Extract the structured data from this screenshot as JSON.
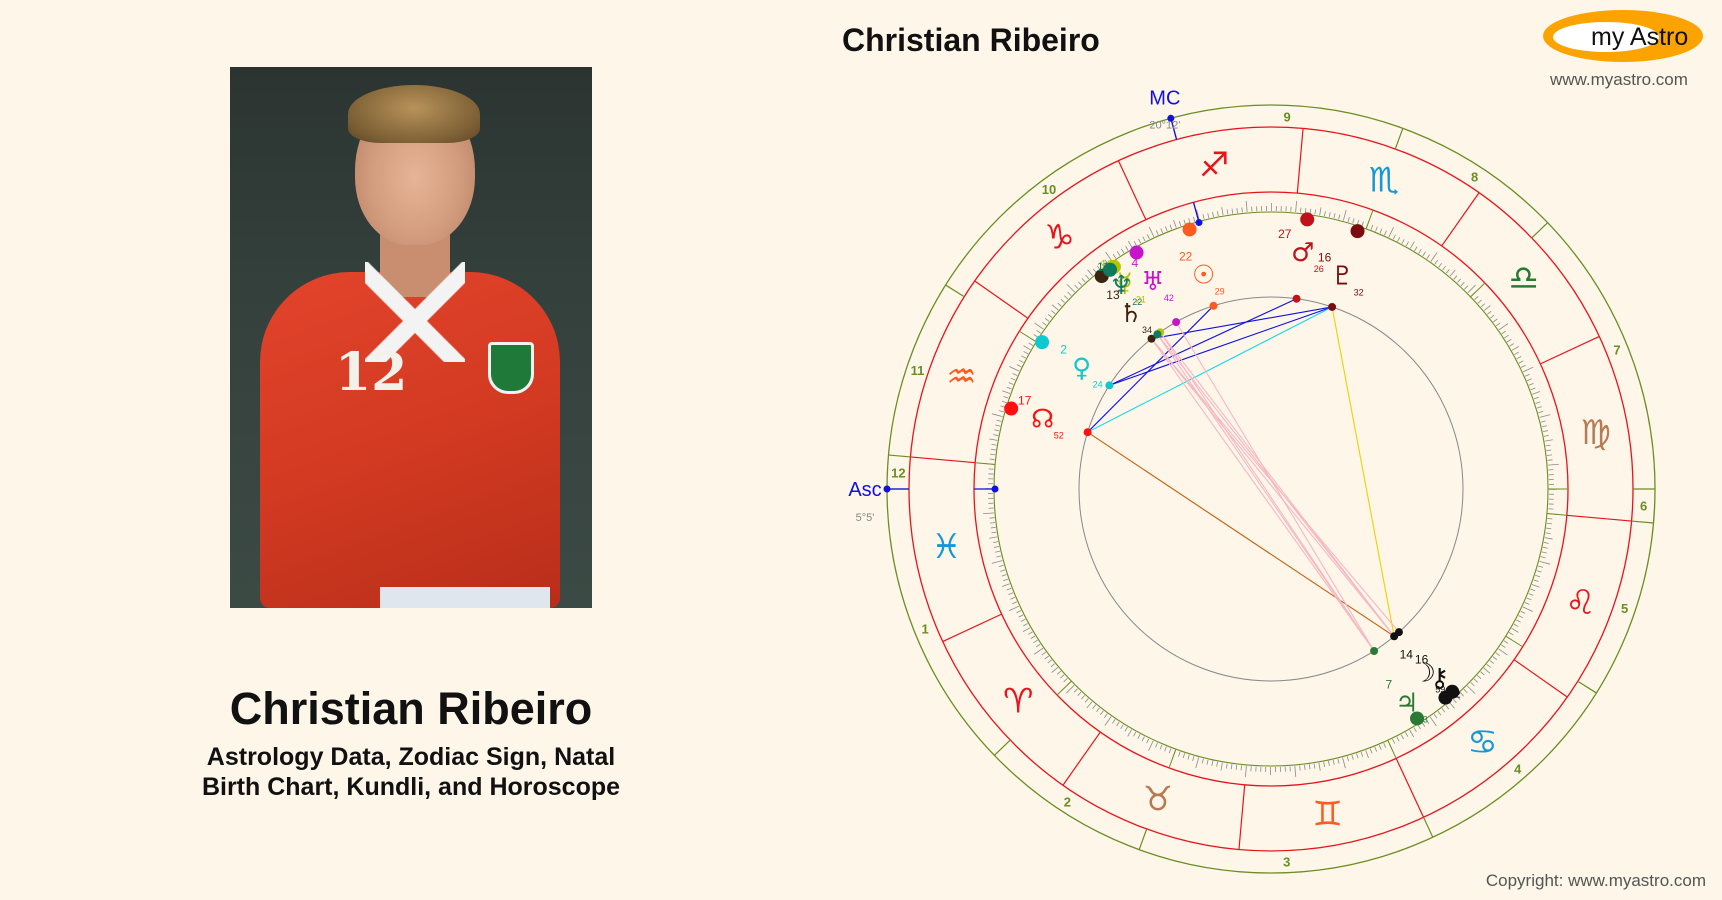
{
  "page": {
    "person_name": "Christian Ribeiro",
    "subtitle_line1": "Astrology Data, Zodiac Sign, Natal",
    "subtitle_line2": "Birth Chart, Kundli, and Horoscope",
    "chart_title": "Christian Ribeiro",
    "logo_text": "my Astro",
    "site_url": "www.myastro.com",
    "copyright": "Copyright: www.myastro.com",
    "photo_alt": "Christian Ribeiro in red Wales football shirt number 12",
    "photo_shirt_number": "12"
  },
  "colors": {
    "background": "#fdf6e9",
    "outer_ring": "#6b8e23",
    "zodiac_ring": "#e8141c",
    "aspect_circle": "#888888",
    "angle_lines": "#1010e0",
    "logo_orange": "#fca300"
  },
  "chart_data": {
    "type": "natal_wheel",
    "title": "Christian Ribeiro",
    "angles": {
      "asc": {
        "label": "Asc",
        "position": "5°5'",
        "sign": "Pisces"
      },
      "mc": {
        "label": "MC",
        "position": "20°12'",
        "sign": "Sagittarius"
      }
    },
    "signs": [
      {
        "name": "Aries",
        "glyph": "♈",
        "color": "#e8141c"
      },
      {
        "name": "Taurus",
        "glyph": "♉",
        "color": "#b87a52"
      },
      {
        "name": "Gemini",
        "glyph": "♊",
        "color": "#ff5a1f"
      },
      {
        "name": "Cancer",
        "glyph": "♋",
        "color": "#1597d8"
      },
      {
        "name": "Leo",
        "glyph": "♌",
        "color": "#e8141c"
      },
      {
        "name": "Virgo",
        "glyph": "♍",
        "color": "#b87a52"
      },
      {
        "name": "Libra",
        "glyph": "♎",
        "color": "#2a7a36"
      },
      {
        "name": "Scorpio",
        "glyph": "♏",
        "color": "#1597d8"
      },
      {
        "name": "Sagittarius",
        "glyph": "♐",
        "color": "#e8141c"
      },
      {
        "name": "Capricorn",
        "glyph": "♑",
        "color": "#e8141c"
      },
      {
        "name": "Aquarius",
        "glyph": "♒",
        "color": "#ff5a1f"
      },
      {
        "name": "Pisces",
        "glyph": "♓",
        "color": "#1597d8"
      }
    ],
    "houses": [
      "1",
      "2",
      "3",
      "4",
      "5",
      "6",
      "7",
      "8",
      "9",
      "10",
      "11",
      "12"
    ],
    "house_cusps_lon": [
      335.08,
      19,
      45,
      90,
      123,
      150,
      155.08,
      199,
      225,
      260.2,
      303,
      330
    ],
    "planets": [
      {
        "name": "Sun",
        "glyph": "☉",
        "deg": "22",
        "min": "29",
        "sign": "Sagittarius",
        "lon": 262.5,
        "color": "#ff5a1f"
      },
      {
        "name": "Moon",
        "glyph": "☽",
        "deg": "14",
        "min": "59",
        "sign": "Cancer",
        "lon": 104.98,
        "color": "#111111"
      },
      {
        "name": "Mercury",
        "glyph": "☿",
        "deg": "10",
        "min": "21",
        "sign": "Capricorn",
        "lon": 280.35,
        "color": "#b5c400"
      },
      {
        "name": "Venus",
        "glyph": "♀",
        "deg": "2",
        "min": "24",
        "sign": "Aquarius",
        "lon": 302.4,
        "color": "#10c8d0"
      },
      {
        "name": "Mars",
        "glyph": "♂",
        "deg": "27",
        "min": "26",
        "sign": "Scorpio",
        "lon": 237.43,
        "color": "#c0121a"
      },
      {
        "name": "Jupiter",
        "glyph": "♃",
        "deg": "7",
        "min": "33",
        "sign": "Cancer",
        "lon": 97.55,
        "color": "#2a7a36"
      },
      {
        "name": "Saturn",
        "glyph": "♄",
        "deg": "13",
        "min": "34",
        "sign": "Capricorn",
        "lon": 283.57,
        "color": "#3b2410"
      },
      {
        "name": "Uranus",
        "glyph": "♅",
        "deg": "4",
        "min": "42",
        "sign": "Capricorn",
        "lon": 274.7,
        "color": "#c814c8"
      },
      {
        "name": "Neptune",
        "glyph": "♆",
        "deg": "11",
        "min": "22",
        "sign": "Capricorn",
        "lon": 281.37,
        "color": "#0e7a60"
      },
      {
        "name": "Pluto",
        "glyph": "♇",
        "deg": "16",
        "min": "32",
        "sign": "Scorpio",
        "lon": 226.53,
        "color": "#7a0c10"
      },
      {
        "name": "North Node",
        "glyph": "☊",
        "deg": "17",
        "min": "52",
        "sign": "Aquarius",
        "lon": 317.87,
        "color": "#ff1010"
      },
      {
        "name": "Chiron",
        "glyph": "⚷",
        "deg": "16",
        "min": "52",
        "sign": "Cancer",
        "lon": 106.87,
        "color": "#111111"
      }
    ],
    "aspects": [
      {
        "from": "Mars",
        "to": "Venus",
        "type": "sextile",
        "color": "#1010e0"
      },
      {
        "from": "Pluto",
        "to": "Venus",
        "type": "sextile",
        "color": "#1010e0"
      },
      {
        "from": "Pluto",
        "to": "Saturn",
        "type": "sextile",
        "color": "#1010e0"
      },
      {
        "from": "Sun",
        "to": "North Node",
        "type": "sextile",
        "color": "#1010e0"
      },
      {
        "from": "Pluto",
        "to": "North Node",
        "type": "square",
        "color": "#10d8e8"
      },
      {
        "from": "Pluto",
        "to": "Moon",
        "type": "trine",
        "color": "#f0d000"
      },
      {
        "from": "North Node",
        "to": "Moon",
        "type": "quincunx",
        "color": "#c0600a"
      },
      {
        "from": "Saturn",
        "to": "Moon",
        "type": "opposition",
        "color": "#f4b8c4"
      },
      {
        "from": "Neptune",
        "to": "Moon",
        "type": "opposition",
        "color": "#f4b8c4"
      },
      {
        "from": "Mercury",
        "to": "Moon",
        "type": "opposition",
        "color": "#f4b8c4"
      },
      {
        "from": "Uranus",
        "to": "Jupiter",
        "type": "opposition",
        "color": "#f4b8c4"
      },
      {
        "from": "Saturn",
        "to": "Chiron",
        "type": "opposition",
        "color": "#f4b8c4"
      },
      {
        "from": "Neptune",
        "to": "Jupiter",
        "type": "opposition",
        "color": "#f4b8c4"
      },
      {
        "from": "Mercury",
        "to": "Jupiter",
        "type": "opposition",
        "color": "#f4b8c4"
      },
      {
        "from": "Saturn",
        "to": "Jupiter",
        "type": "opposition",
        "color": "#f4b8c4"
      }
    ]
  }
}
